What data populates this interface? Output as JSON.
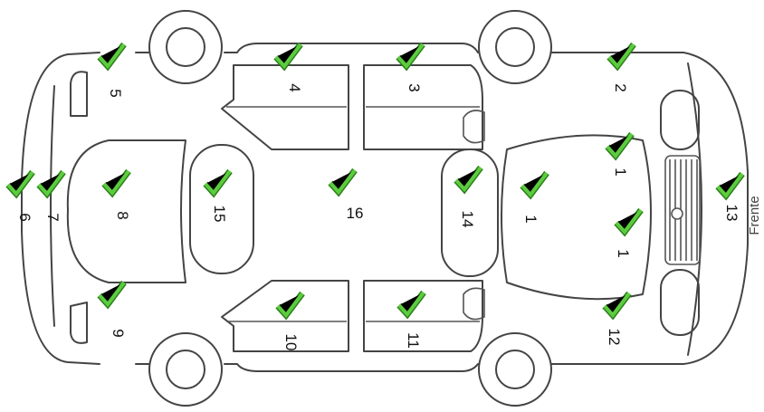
{
  "front_label": "Frente",
  "colors": {
    "check": "#43b02a",
    "check_dark": "#2b7f19",
    "line": "#444444"
  },
  "parts": [
    {
      "id": "1",
      "label": "1"
    },
    {
      "id": "2",
      "label": "2"
    },
    {
      "id": "3",
      "label": "3"
    },
    {
      "id": "4",
      "label": "4"
    },
    {
      "id": "5",
      "label": "5"
    },
    {
      "id": "6",
      "label": "6"
    },
    {
      "id": "7",
      "label": "7"
    },
    {
      "id": "8",
      "label": "8"
    },
    {
      "id": "9",
      "label": "9"
    },
    {
      "id": "10",
      "label": "10"
    },
    {
      "id": "11",
      "label": "11"
    },
    {
      "id": "12",
      "label": "12"
    },
    {
      "id": "13",
      "label": "13"
    },
    {
      "id": "14",
      "label": "14"
    },
    {
      "id": "15",
      "label": "15"
    },
    {
      "id": "16",
      "label": "16"
    }
  ],
  "check_icon": "checkmark-icon"
}
